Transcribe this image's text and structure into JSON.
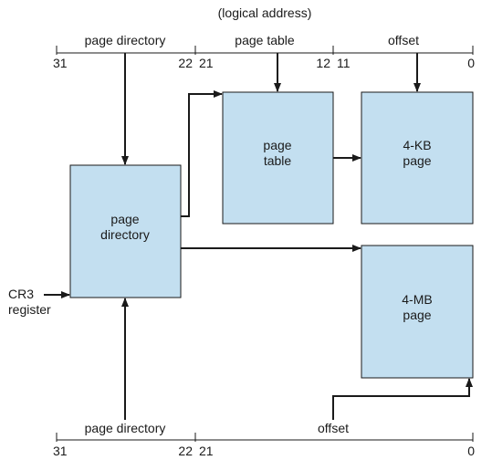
{
  "top": {
    "caption": "(logical address)",
    "fields": {
      "page_directory": "page directory",
      "page_table": "page table",
      "offset": "offset"
    },
    "bits": {
      "b31": "31",
      "b22": "22",
      "b21": "21",
      "b12": "12",
      "b11": "11",
      "b0": "0"
    }
  },
  "bottom": {
    "fields": {
      "page_directory": "page directory",
      "offset": "offset"
    },
    "bits": {
      "b31": "31",
      "b22": "22",
      "b21": "21",
      "b0": "0"
    }
  },
  "boxes": {
    "page_directory": {
      "line1": "page",
      "line2": "directory"
    },
    "page_table": {
      "line1": "page",
      "line2": "table"
    },
    "page_4kb": {
      "line1": "4-KB",
      "line2": "page"
    },
    "page_4mb": {
      "line1": "4-MB",
      "line2": "page"
    }
  },
  "cr3": {
    "line1": "CR3",
    "line2": "register"
  },
  "colors": {
    "box_fill": "#c3dff0",
    "stroke": "#1a1a1a"
  }
}
